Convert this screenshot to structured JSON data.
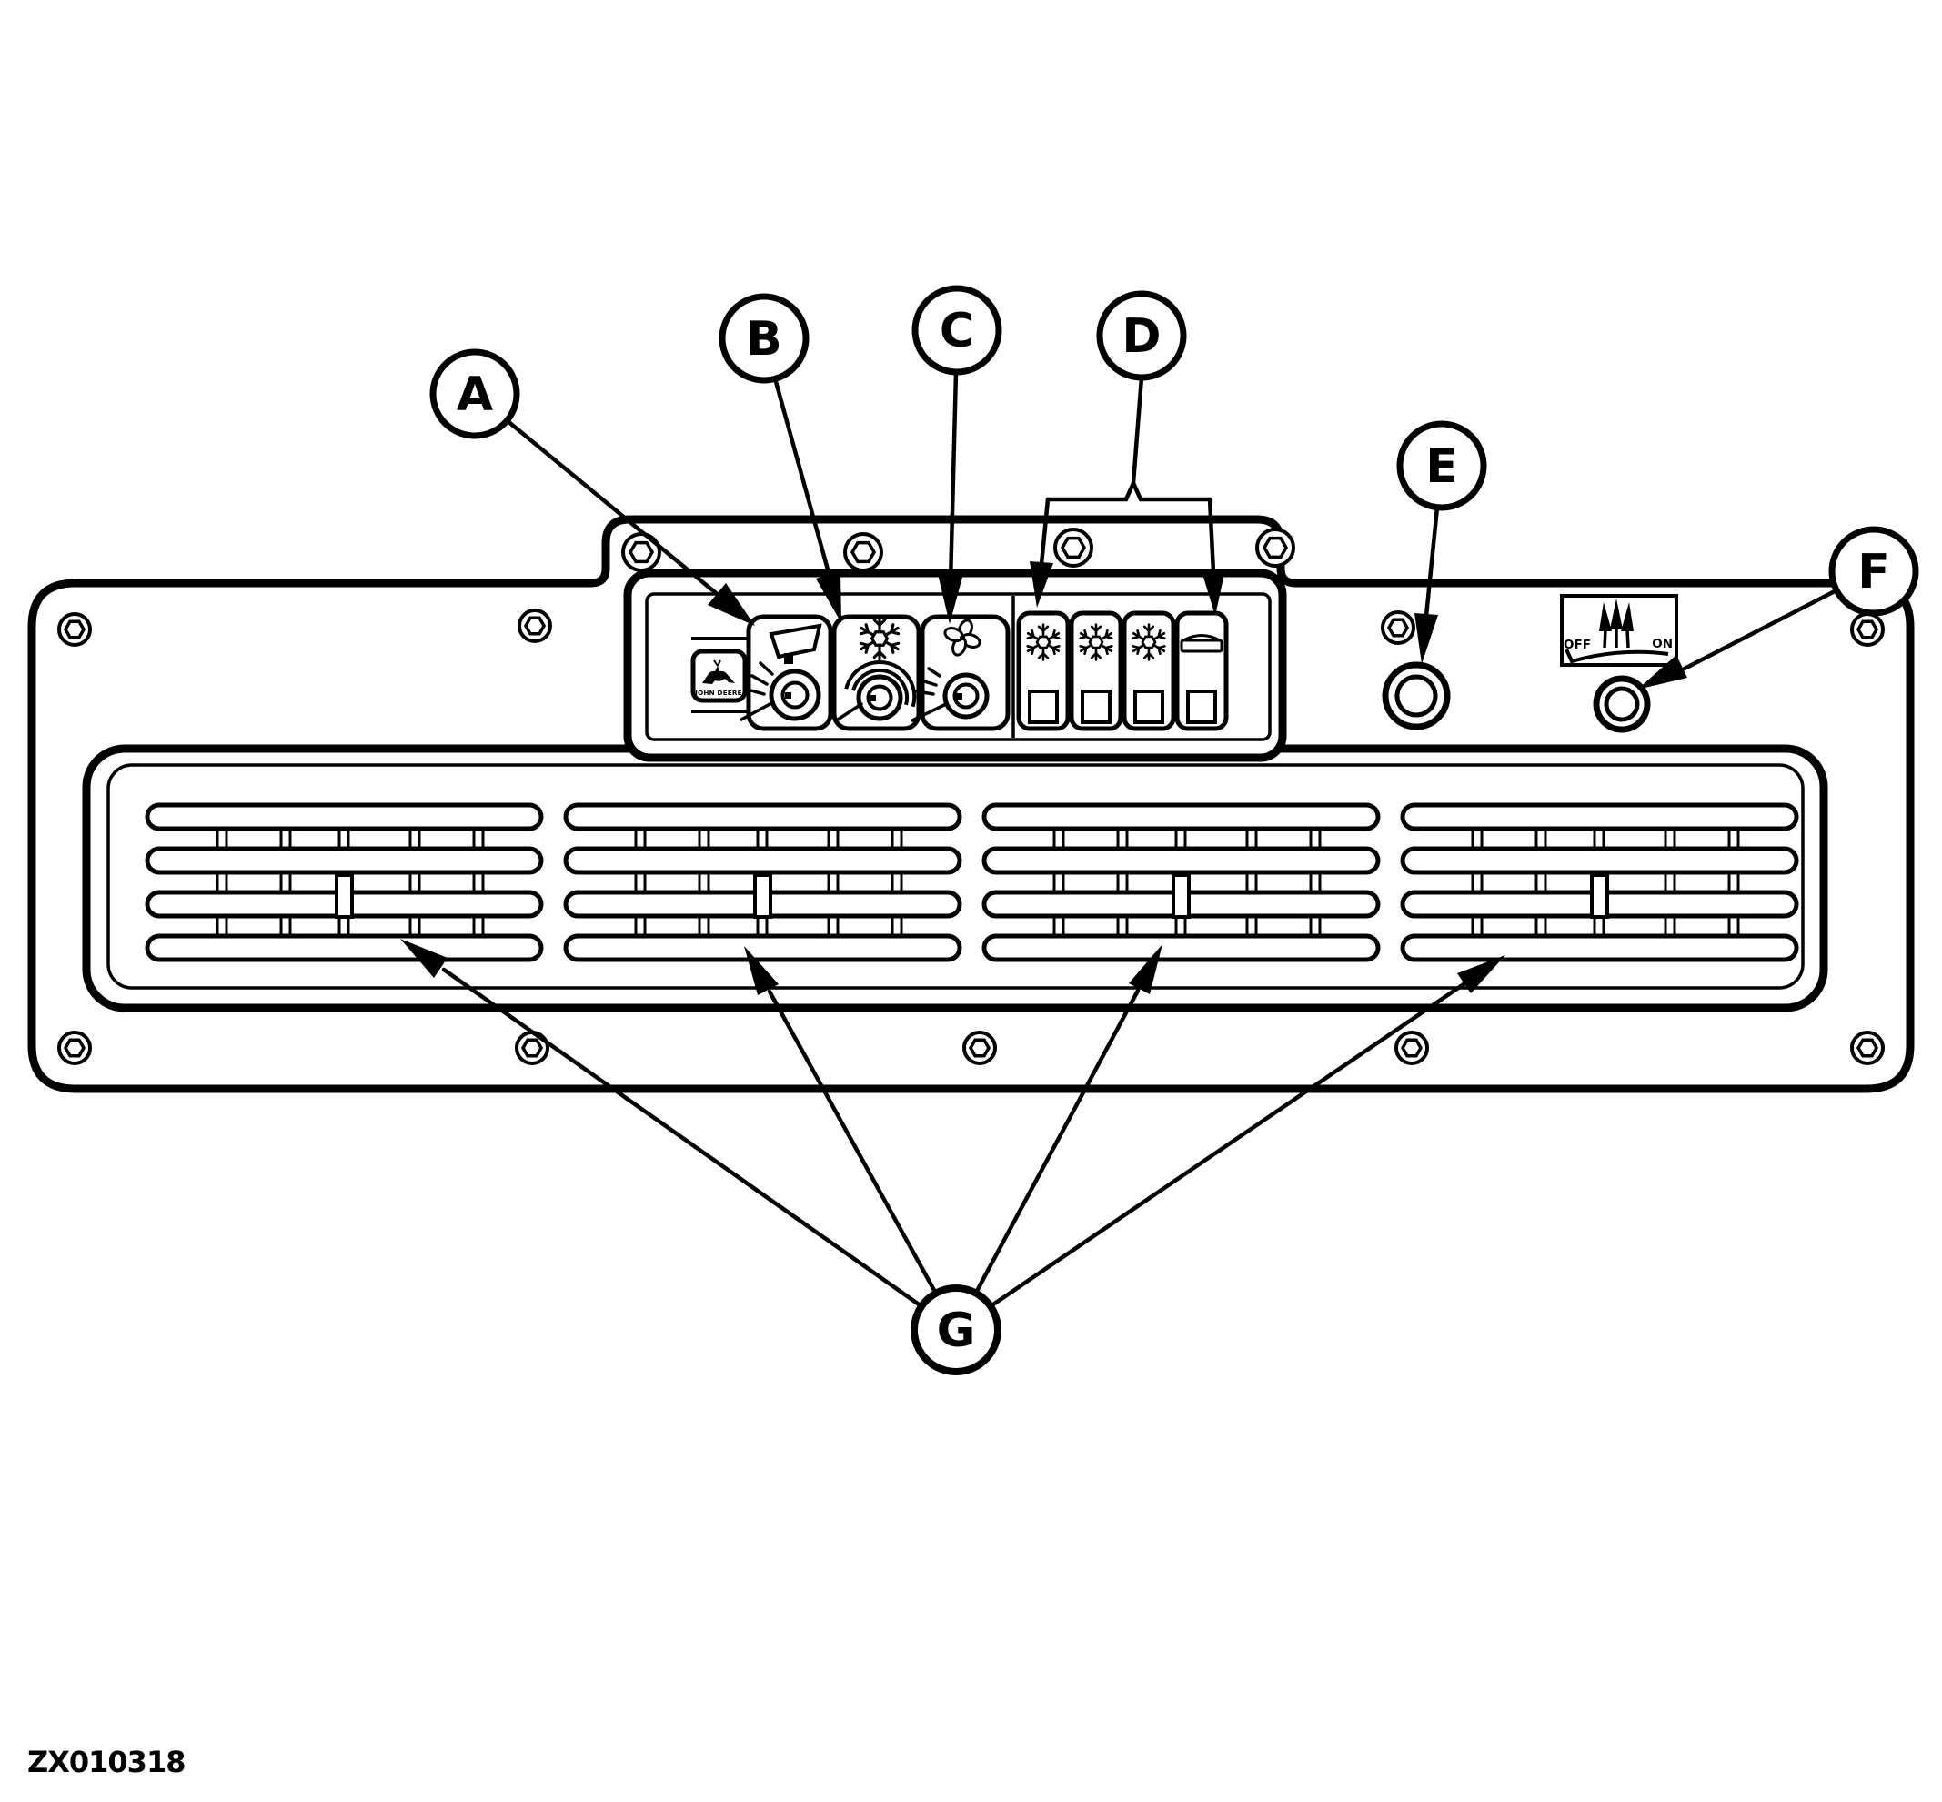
{
  "figure": {
    "code": "ZX010318",
    "background": "#ffffff",
    "line_color": "#000000",
    "brand_badge": {
      "text": "JOHN DEERE"
    },
    "heated_rear_window_plate": {
      "off": "OFF",
      "on": "ON"
    },
    "callouts": [
      {
        "letter": "A",
        "target": "windshield-wiper-switch"
      },
      {
        "letter": "B",
        "target": "temperature-control-knob"
      },
      {
        "letter": "C",
        "target": "fan-speed-knob"
      },
      {
        "letter": "D",
        "target": "rocker-switch-bank"
      },
      {
        "letter": "E",
        "target": "round-knob-left"
      },
      {
        "letter": "F",
        "target": "heated-rear-window-knob"
      },
      {
        "letter": "G",
        "target": "air-vent-louvers"
      }
    ],
    "icons": {
      "badge": "john-deere-deer",
      "wiper": "wiper-blade",
      "temperature": "snowflake",
      "fan": "fan-blades",
      "switch_bank": [
        "snowflake",
        "snowflake",
        "snowflake",
        "air-louver"
      ],
      "heated_rear_window": "three-up-arrows",
      "fasteners": "hex-screw"
    }
  }
}
